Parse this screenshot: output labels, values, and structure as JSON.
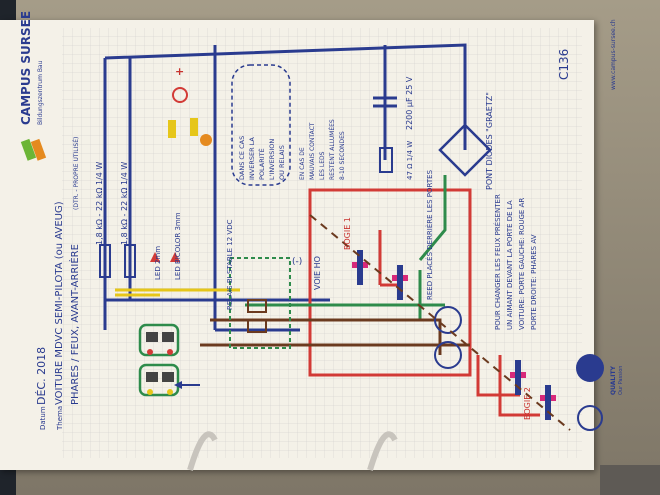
{
  "header": {
    "date_label": "Datum",
    "date_value": "DÉC. 2018",
    "title_label": "Thema",
    "title_line1": "VOITURE MDVC SEMI-PILOTA (ou AVEUG)",
    "title_line2": "PHARES / FEUX, AVANT-ARRIÈRE",
    "title_line3": "(DTR. - PROPRE UTILISÉ)"
  },
  "logo": {
    "name": "CAMPUS SURSEE",
    "tagline": "Bildungszentrum Bau",
    "website": "www.campus-sursee.ch"
  },
  "labels": {
    "r1": "1,8 kΩ - 22 kΩ 1/4 W",
    "r2": "1,8 kΩ - 22 kΩ 1/4 W",
    "led1": "LED 2mm",
    "led2": "LED BICOLOR 3mm",
    "relais": "RELAIS BI STABLE 12 VDC",
    "voie": "VOIE HO",
    "bogie1": "BOGIE 1",
    "bogie2": "BOGIE 2",
    "reed": "REED PLACÉS DERRIÈRE LES PORTES",
    "cap": "2200 µF 25 V",
    "resist": "47 Ω 1/4 W",
    "pont": "PONT DIODES \"GRAETZ\"",
    "note_line1": "DANS CE CAS",
    "note_line2": "INVERSER LA",
    "note_line3": "POLARITÉ",
    "note_line4": "L'INVERSION",
    "note_line5": "OU RELAIS",
    "note2_line1": "EN CAS DE",
    "note2_line2": "MAUVAIS CONTACT",
    "note2_line3": "LES LEDS",
    "note2_line4": "RESTENT ALLUMÉES",
    "note2_line5": "8-10 SECONDES",
    "bottom_line1": "POUR CHANGER LES FEUX PRÉSENTER",
    "bottom_line2": "UN AIMANT DEVANT LA PORTE DE LA",
    "bottom_line3": "VOITURE: PORTE GAUCHE: ROUGE AR",
    "bottom_line4": "PORTE DROITE: PHARES AV",
    "plus": "+",
    "minus": "(-)",
    "code": "C136",
    "quality": "QUALITY",
    "quality_sub": "Our Passion"
  },
  "colors": {
    "blue": "#2a3b8f",
    "red": "#d23a36",
    "green": "#2e8b4b",
    "brown": "#6b3a1f",
    "yellow": "#e6c619",
    "magenta": "#d8297a",
    "logo_green": "#6bb536",
    "logo_orange": "#e58a1f"
  }
}
